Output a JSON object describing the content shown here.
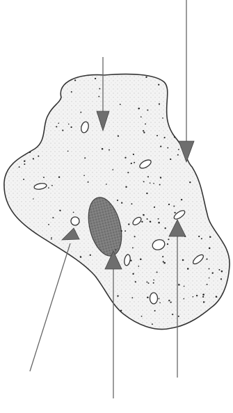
{
  "figure": {
    "subject": "cell",
    "structures": [
      "cell-membrane",
      "cytoplasm",
      "nucleus",
      "vacuoles",
      "granules"
    ],
    "label_pointers": 5,
    "colors": {
      "outline": "#333333",
      "cell_fill": "#f2f2f2",
      "nucleus_fill": "#7a7a7a",
      "pointer": "#6e6e6e"
    }
  }
}
